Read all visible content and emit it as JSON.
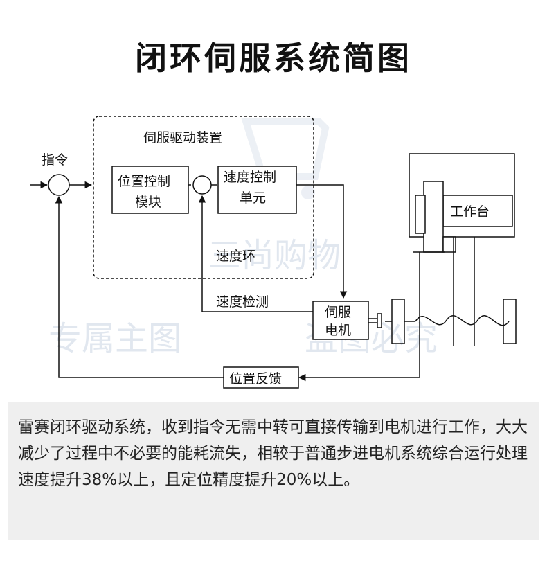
{
  "title": "闭环伺服系统简图",
  "labels": {
    "command": "指令",
    "servo_drive": "伺服驱动装置",
    "position_control_line1": "位置控制",
    "position_control_line2": "模块",
    "speed_control_line1": "速度控制",
    "speed_control_line2": "单元",
    "speed_loop": "速度环",
    "speed_detect": "速度检测",
    "servo_motor_line1": "伺服",
    "servo_motor_line2": "电机",
    "worktable": "工作台",
    "position_feedback": "位置反馈"
  },
  "watermarks": {
    "brand": "三尚购物",
    "exclusive": "专属主图",
    "theft": "盗图必究"
  },
  "description": "雷赛闭环驱动系统，收到指令无需中转可直接传输到电机进行工作，大大减少了过程中不必要的能耗流失，相较于普通步进电机系统综合运行处理速度提升38%以上，且定位精度提升20%以上。",
  "colors": {
    "line": "#111111",
    "watermark": "#c9d4e3",
    "description_bg": "#efefef"
  }
}
